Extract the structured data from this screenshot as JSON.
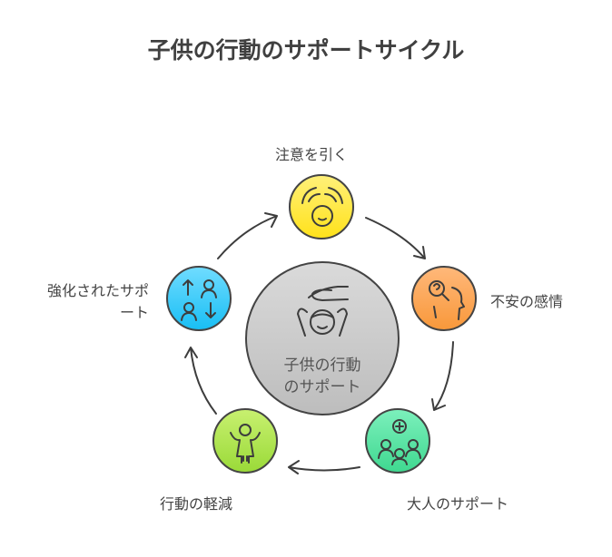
{
  "title": "子供の行動のサポートサイクル",
  "center": {
    "line1": "子供の行動",
    "line2": "のサポート",
    "icon": "hand-over-child-icon"
  },
  "steps": [
    {
      "label": "注意を引く",
      "icon": "hands-over-child-icon",
      "color": "#FFE63A"
    },
    {
      "label": "不安の感情",
      "icon": "head-question-icon",
      "color": "#FA9C4A"
    },
    {
      "label": "大人のサポート",
      "icon": "group-plus-icon",
      "color": "#4FE0A0"
    },
    {
      "label": "行動の軽減",
      "icon": "happy-child-icon",
      "color": "#A6E048"
    },
    {
      "label_line1": "強化されたサポ",
      "label_line2": "ート",
      "icon": "people-exchange-icon",
      "color": "#25C6F8"
    }
  ]
}
